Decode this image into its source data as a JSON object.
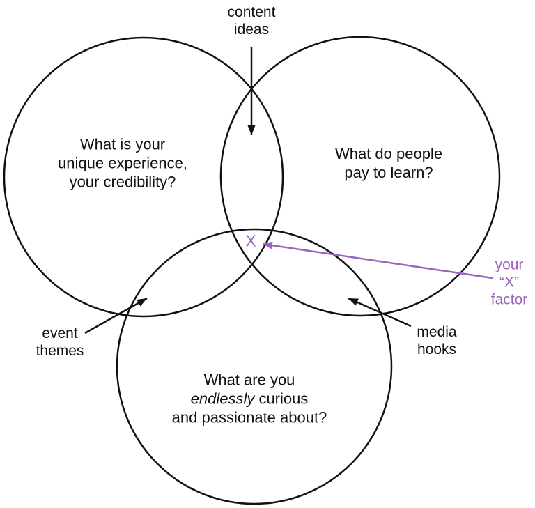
{
  "colors": {
    "ink": "#111111",
    "purple": "#9b64bb",
    "background": "#ffffff"
  },
  "venn": {
    "top_label": {
      "lines": [
        "content",
        "ideas"
      ]
    },
    "left_circle": {
      "lines": [
        "What is your",
        "unique experience,",
        "your credibility?"
      ]
    },
    "right_circle": {
      "lines": [
        "What do people",
        "pay to learn?"
      ]
    },
    "bottom_circle": {
      "line1": "What are you",
      "line2_italic": "endlessly",
      "line2_rest": " curious",
      "line3": "and passionate about?"
    },
    "left_intersection_label": {
      "lines": [
        "event",
        "themes"
      ]
    },
    "right_intersection_label": {
      "lines": [
        "media",
        "hooks"
      ]
    },
    "center_marker": "X",
    "x_factor_label": {
      "lines": [
        "your",
        "“X”",
        "factor"
      ]
    }
  }
}
